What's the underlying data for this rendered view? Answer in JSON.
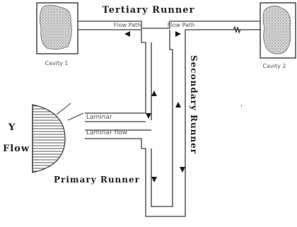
{
  "labels": {
    "tertiary_runner": "Tertiary Runner",
    "secondary_runner": "Secondary Runner",
    "primary_runner": "Primary Runner",
    "flow": "Flow",
    "y_marker": "Y",
    "cavity_left": "Cavity 1",
    "cavity_right": "Cavity 2",
    "tertiary_small_left": "Flow Path",
    "tertiary_small_right": "Flow Path",
    "primary_annot_1": "Laminar",
    "primary_annot_2": "Laminar flow",
    "side_mark": ","
  },
  "colors": {
    "line": "#3a3a3a",
    "arrow": "#1a1a1a",
    "hatch": "#555555",
    "cavity_fill": "#c8c8c8"
  }
}
